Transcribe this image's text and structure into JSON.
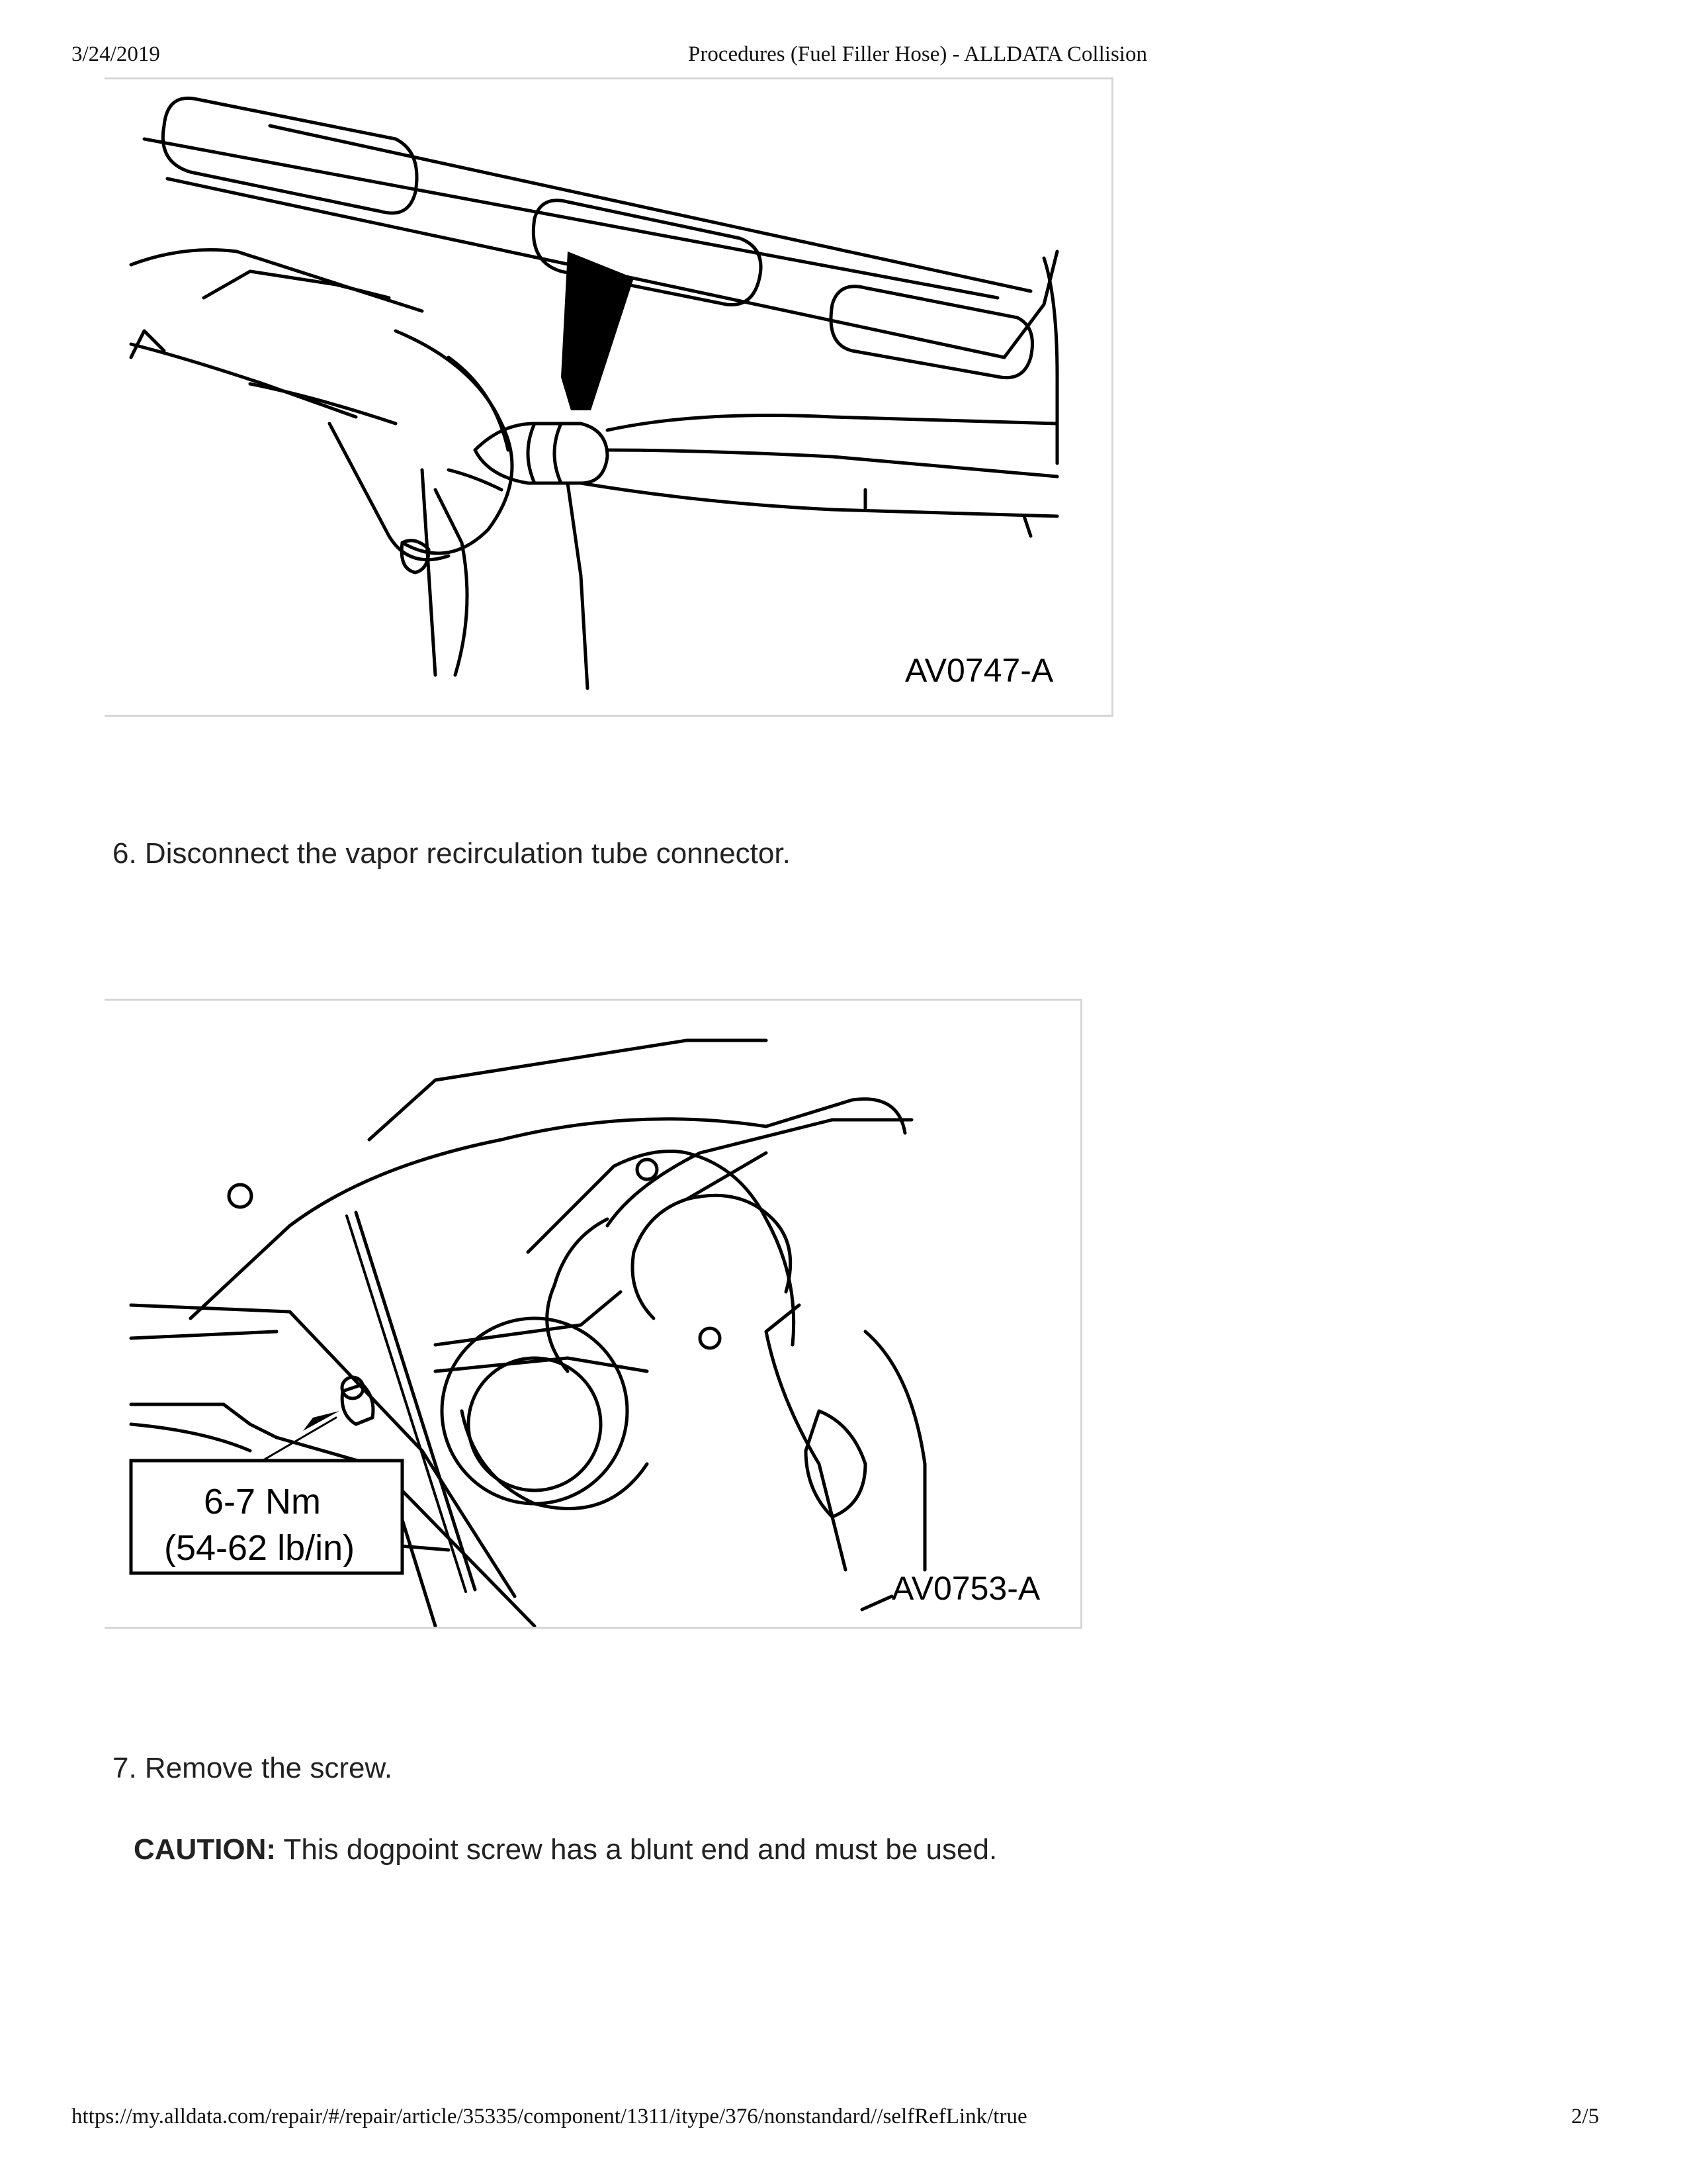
{
  "header": {
    "date": "3/24/2019",
    "title": "Procedures (Fuel Filler Hose) - ALLDATA Collision"
  },
  "figure1": {
    "label": "AV0747-A"
  },
  "step6": {
    "text": "6. Disconnect the vapor recirculation tube connector."
  },
  "figure2": {
    "label": "AV0753-A",
    "torque_line1": "6-7 Nm",
    "torque_line2": "(54-62 lb/in)"
  },
  "step7": {
    "text": "7. Remove the screw."
  },
  "caution": {
    "label": "CAUTION:",
    "text": " This dogpoint screw has a blunt end and must be used."
  },
  "footer": {
    "url": "https://my.alldata.com/repair/#/repair/article/35335/component/1311/itype/376/nonstandard//selfRefLink/true",
    "page": "2/5"
  }
}
